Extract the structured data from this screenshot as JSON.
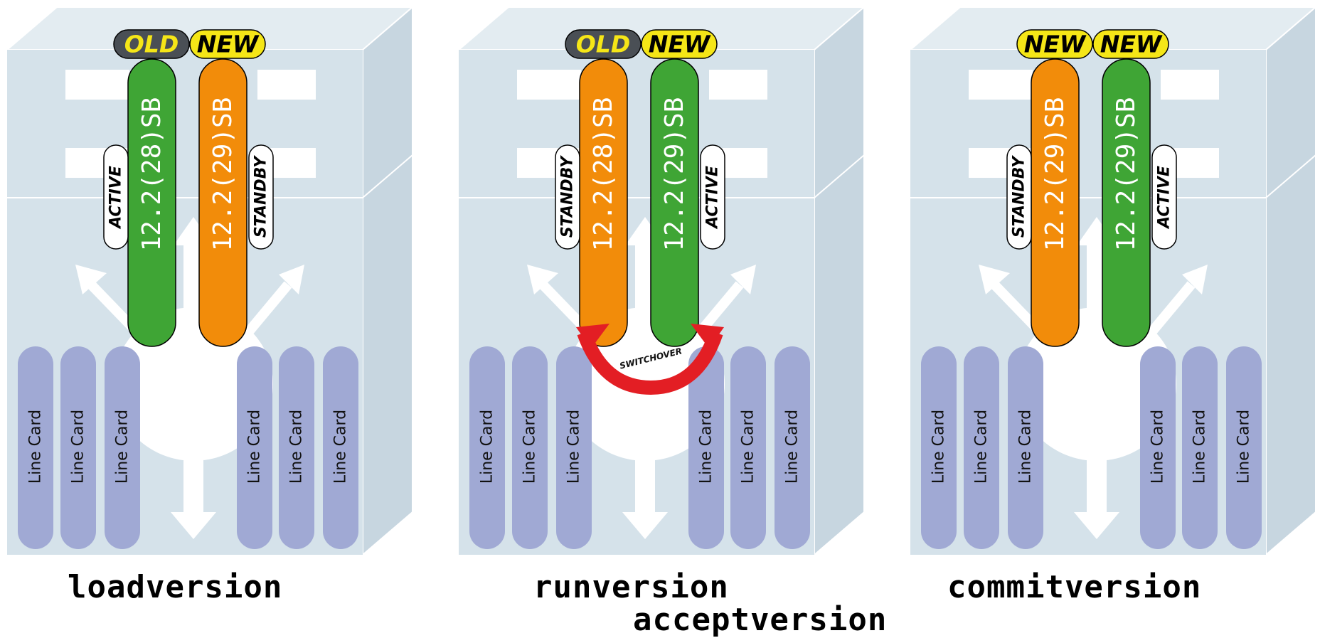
{
  "line_card_label": "Line Card",
  "switchover_label": "SWITCHOVER",
  "colors": {
    "active_sup": "#3fa535",
    "standby_sup": "#f28c0a",
    "line_card": "#a0a9d4",
    "chassis_front": "#d5e2ea",
    "chassis_top": "#e3ecf1",
    "chassis_side": "#c7d6e0",
    "old_tag_fill": "#4a4f55",
    "old_tag_text": "#f5e617",
    "new_tag_fill": "#f5e617",
    "new_tag_text": "#000000",
    "switchover_arrow": "#e31e24"
  },
  "panels": [
    {
      "command": "loadversion",
      "sups": [
        {
          "version": "12.2(28)SB",
          "role": "ACTIVE",
          "tag": "OLD",
          "state": "active"
        },
        {
          "version": "12.2(29)SB",
          "role": "STANDBY",
          "tag": "NEW",
          "state": "standby"
        }
      ]
    },
    {
      "command": "runversion",
      "command2": "acceptversion",
      "switchover": true,
      "sups": [
        {
          "version": "12.2(28)SB",
          "role": "STANDBY",
          "tag": "OLD",
          "state": "standby"
        },
        {
          "version": "12.2(29)SB",
          "role": "ACTIVE",
          "tag": "NEW",
          "state": "active"
        }
      ]
    },
    {
      "command": "commitversion",
      "sups": [
        {
          "version": "12.2(29)SB",
          "role": "STANDBY",
          "tag": "NEW",
          "state": "standby"
        },
        {
          "version": "12.2(29)SB",
          "role": "ACTIVE",
          "tag": "NEW",
          "state": "active"
        }
      ]
    }
  ]
}
